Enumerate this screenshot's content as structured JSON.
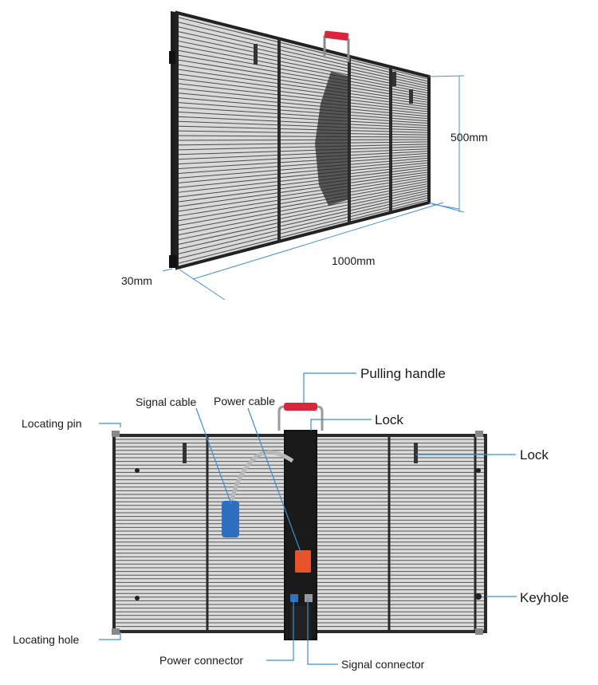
{
  "dimensions": {
    "height": "500mm",
    "width": "1000mm",
    "depth": "30mm"
  },
  "callouts": {
    "pulling_handle": "Pulling handle",
    "signal_cable": "Signal cable",
    "power_cable": "Power cable",
    "lock_top": "Lock",
    "lock_right": "Lock",
    "locating_pin": "Locating pin",
    "keyhole": "Keyhole",
    "locating_hole": "Locating hole",
    "power_connector": "Power connector",
    "signal_connector": "Signal connector"
  },
  "colors": {
    "dimension_line": "#4a90d0",
    "leader_line": "#3a8fd0",
    "frame": "#2a2a2a",
    "handle": "#d9263a",
    "power_plug": "#e8532a",
    "signal_plug": "#2e6fc0"
  }
}
